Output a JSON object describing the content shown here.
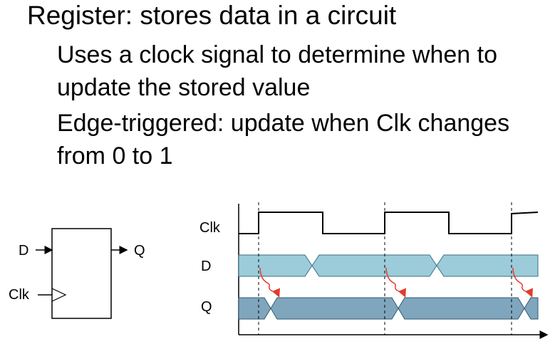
{
  "slide": {
    "title": "Register: stores data in a circuit",
    "bullet_clock": "Uses a clock signal to determine when to update the stored value",
    "bullet_clock_line1": "Uses a clock signal to determine when to",
    "bullet_clock_line2": "update the stored value",
    "bullet_edge_line1": "Edge-triggered: update when Clk changes",
    "bullet_edge_line2": "from 0 to 1"
  },
  "register_block": {
    "input_d": "D",
    "input_clk": "Clk",
    "output_q": "Q"
  },
  "timing": {
    "signals": [
      "Clk",
      "D",
      "Q"
    ],
    "bus_fill_d": "#9ccbd9",
    "bus_fill_q": "#7fa6bd",
    "arrow_color": "#e53a2a"
  }
}
